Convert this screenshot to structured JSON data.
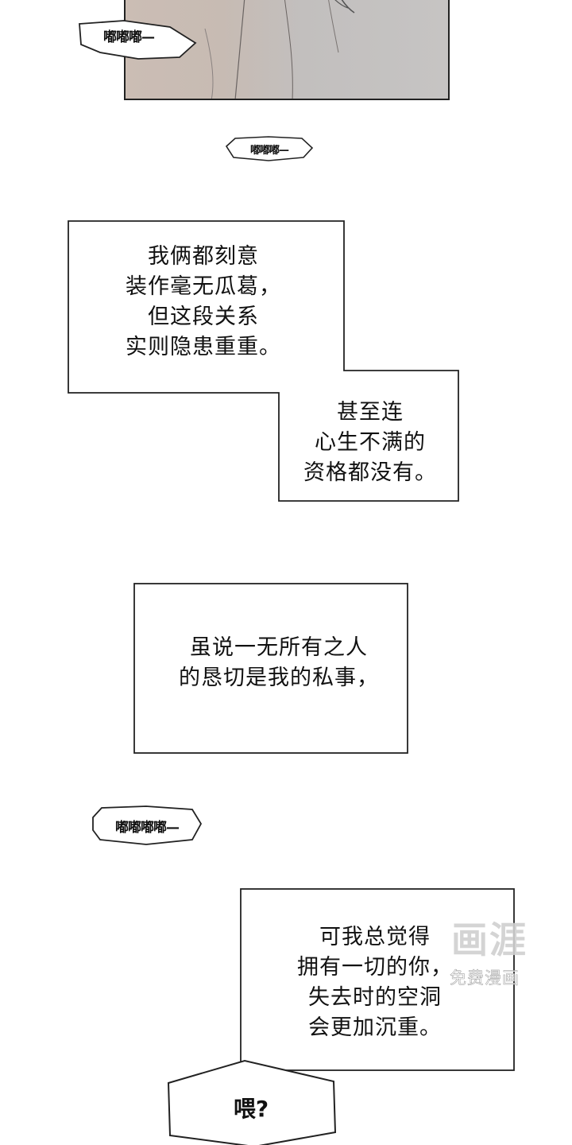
{
  "sfx": {
    "ring_1": "嘟嘟嘟—",
    "ring_2": "嘟嘟嘟—",
    "ring_3": "嘟嘟嘟嘟—"
  },
  "narration": {
    "box_1": "我俩都刻意\n装作毫无瓜葛，\n但这段关系\n实则隐患重重。",
    "box_2": "甚至连\n心生不满的\n资格都没有。",
    "box_3": "虽说一无所有之人\n的恳切是我的私事，",
    "box_4": "可我总觉得\n拥有一切的你，\n失去时的空洞\n会更加沉重。"
  },
  "speech": {
    "hello": "喂?"
  },
  "watermark": {
    "logo": "画涯",
    "subtitle": "免费漫画"
  }
}
